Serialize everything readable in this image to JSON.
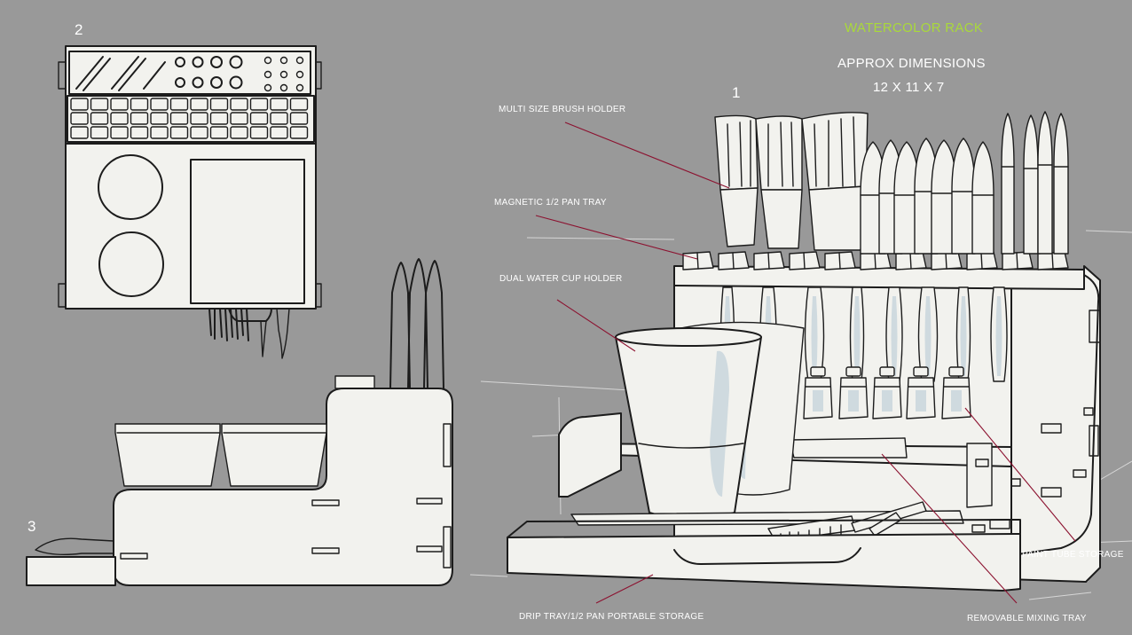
{
  "title": "WATERCOLOR RACK",
  "dimensions": {
    "heading": "APPROX DIMENSIONS",
    "value": "12 X 11 X 7"
  },
  "view_numbers": {
    "front": "1",
    "top": "2",
    "side": "3"
  },
  "callouts": {
    "brush_holder": "MULTI SIZE BRUSH HOLDER",
    "pan_tray": "MAGNETIC 1/2 PAN TRAY",
    "cup_holder": "DUAL WATER CUP HOLDER",
    "drip_tray": "DRIP TRAY/1/2 PAN PORTABLE STORAGE",
    "mixing_tray": "REMOVABLE MIXING TRAY",
    "tube_storage": "PAINT TUBE STORAGE"
  },
  "colors": {
    "background": "#999999",
    "title": "#a9d93a",
    "leader": "#8c1230",
    "panel": "#f2f2ee",
    "ink": "#1c1c1c"
  }
}
